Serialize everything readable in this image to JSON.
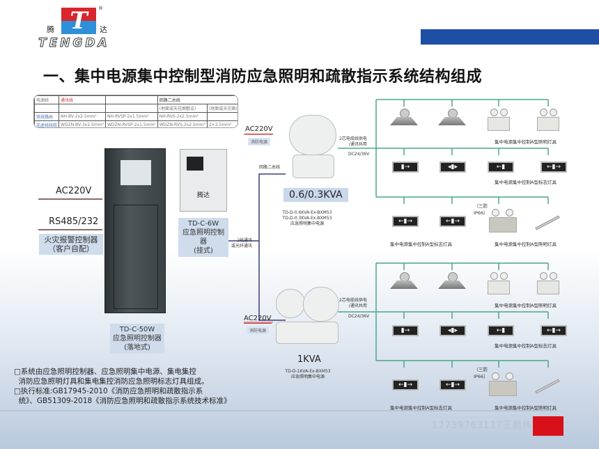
{
  "logo": {
    "brand_en": "TENGDA",
    "brand_cn_left": "腾",
    "brand_cn_right": "达",
    "mark": "T",
    "registered": "®"
  },
  "title": "一、集中电源集中控制型消防应急照明和疏散指示系统结构组成",
  "legend": {
    "headers": [
      "电源线",
      "通讯线",
      "",
      "回路二总线"
    ],
    "subheaders": [
      "(地面或天花面敷设)",
      "(地面或天花面)"
    ],
    "rows": [
      [
        "双线路由",
        "NH-BV-2x2.5mm²",
        "NH-RVSP-2x1.5mm²",
        "NH-RVS-2x2.5mm²",
        ""
      ],
      [
        "无虚线线缆",
        "WDZN-BV-3x2.5mm²",
        "WDZN-RVSP-2x1.5mm²",
        "WDZN-RVS-2x2.5mm²",
        "2×2.5mm²"
      ]
    ]
  },
  "left": {
    "ac220": "AC220V",
    "rs485": "RS485/232",
    "fire_ctrl": [
      "火灾报警控制器",
      "（客户自配）"
    ]
  },
  "cabinet": {
    "model": "TD-C-50W",
    "name": "应急照明控制器",
    "type": "(落地式)"
  },
  "wall": {
    "model": "TD-C-6W",
    "name": "应急照明控制器",
    "type": "(挂式)",
    "brand": "腾达"
  },
  "comm": [
    "2线通讯",
    "或光纤通讯"
  ],
  "psu1": {
    "ac": "AC220V",
    "fire": "消防电源",
    "loop": "回路二总线",
    "kva": "0.6/0.3KVA",
    "models": [
      "TD-D-0.6KVA-Ex-BXM53",
      "TD-D-0.3KVA-Ex-BXM53",
      "应急照明集中电源"
    ],
    "cable": [
      "2芯电缆线供电",
      "/通讯共用"
    ],
    "dc": "DC24/36V"
  },
  "psu2": {
    "ac": "AC220V",
    "fire": "消防电源",
    "kva": "1KVA",
    "models": [
      "TD-D-1KVA-Ex-BXM53",
      "应急照明集中电源"
    ],
    "cable": [
      "2芯电缆线供电",
      "/通讯共用"
    ],
    "dc": "DC24/36V"
  },
  "fixtures": {
    "lighting": "集中电源集中控制A型照明灯具",
    "sign": "集中电源集中控制A型标志灯具",
    "ip": [
      "（三防",
      "IP66）"
    ]
  },
  "notes": [
    "□系统由应急照明控制器、应急照明集中电源、集电集控",
    "  消防应急照明灯具和集电集控消防应急照明标志灯具组成。",
    "□执行标准:GB17945-2010《消防应急照明和疏散指示系",
    "  统》、GB51309-2018《消防应急照明和疏散指示系统技术标准》"
  ],
  "watermark": "17739763117王鹏伟",
  "colors": {
    "bus": "#4aa58a",
    "comm": "#3a3f7a",
    "accent": "#1f4fa5",
    "red": "#d8101a"
  }
}
